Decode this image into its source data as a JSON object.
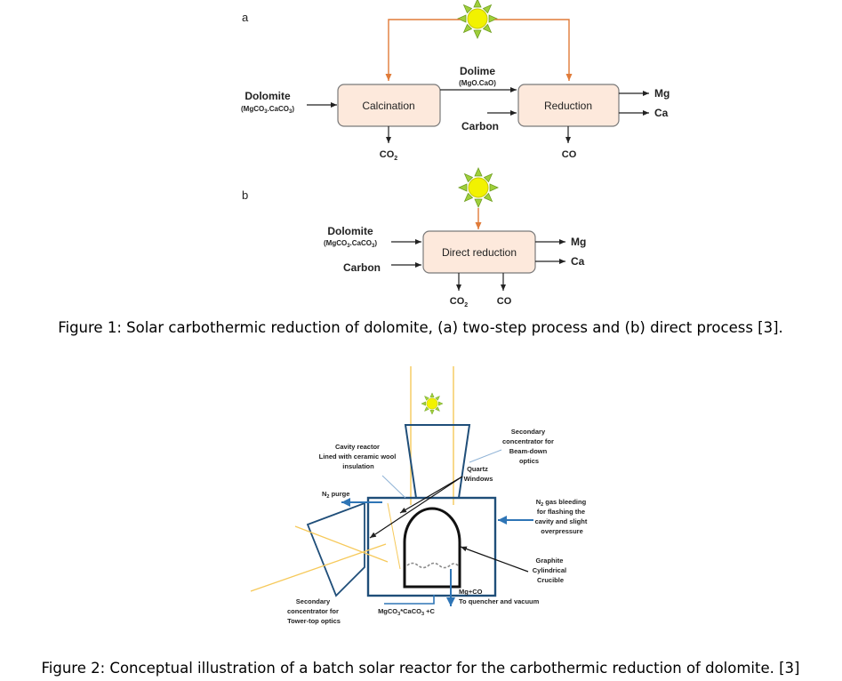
{
  "figure1": {
    "panel_a": {
      "tag": "a",
      "input_name": "Dolomite",
      "input_formula": [
        "(MgCO",
        "3",
        ".CaCO",
        "3",
        ")"
      ],
      "box1": "Calcination",
      "box2": "Reduction",
      "intermediate_name": "Dolime",
      "intermediate_formula": "(MgO.CaO)",
      "carbon": "Carbon",
      "out1": "CO",
      "out1_sub": "2",
      "out2": "CO",
      "product1": "Mg",
      "product2": "Ca"
    },
    "panel_b": {
      "tag": "b",
      "input_name": "Dolomite",
      "input_formula": [
        "(MgCO",
        "3",
        ".CaCO",
        "3",
        ")"
      ],
      "carbon": "Carbon",
      "box": "Direct reduction",
      "out1": "CO",
      "out1_sub": "2",
      "out2": "CO",
      "product1": "Mg",
      "product2": "Ca"
    },
    "caption": "Figure 1: Solar carbothermic reduction of dolomite, (a) two-step process and (b) direct process [3]."
  },
  "figure2": {
    "cavity_label": [
      "Cavity reactor",
      "Lined with ceramic wool",
      "insulation"
    ],
    "secondary_beam_down": [
      "Secondary",
      "concentrator for",
      "Beam-down",
      "optics"
    ],
    "quartz": [
      "Quartz",
      "Windows"
    ],
    "n2_purge": "N",
    "n2_purge_sub": "2",
    "n2_purge_rest": " purge",
    "n2_bleed": [
      "N",
      "2",
      " gas bleeding",
      "for flashing the",
      "cavity and slight",
      "overpressure"
    ],
    "graphite": [
      "Graphite",
      "Cylindrical",
      "Crucible"
    ],
    "tower_top": [
      "Secondary",
      "concentrator for",
      "Tower-top optics"
    ],
    "feed": [
      "MgCO",
      "3",
      "*CaCO",
      "3",
      " +C"
    ],
    "mgco_out": "Mg+CO",
    "quencher": "To quencher and vacuum",
    "caption": "Figure 2: Conceptual illustration of a batch solar reactor for the carbothermic reduction of dolomite.  [3]"
  },
  "colors": {
    "box_fill": "#fde9dc",
    "box_stroke": "#7a7a7a",
    "solar_arrow": "#e07b39",
    "sun": "#f2f200",
    "sun_ray": "#9fcf3a",
    "reactor": "#1f4e79",
    "light_ray": "#f6c95a",
    "blue_arrow": "#2e75b6"
  }
}
